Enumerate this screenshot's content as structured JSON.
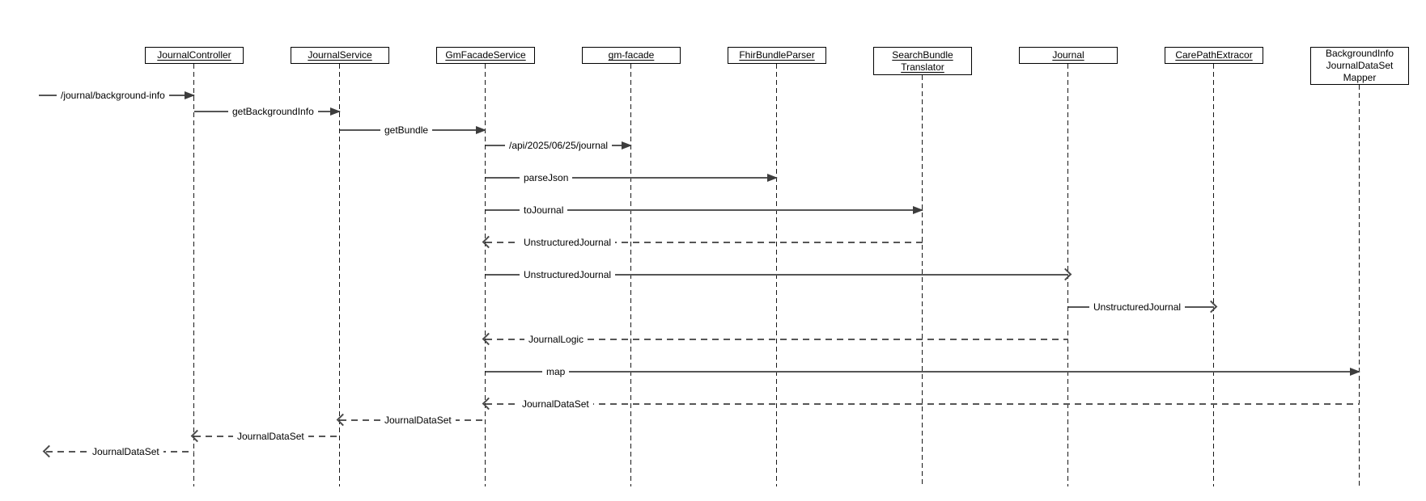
{
  "diagram": {
    "type": "uml-sequence-diagram",
    "colors": {
      "background": "#ffffff",
      "box_border": "#000000",
      "text": "#000000",
      "message_line": "#565656",
      "lifeline": "#181818"
    },
    "participants": [
      {
        "name": "JournalController",
        "underlined": true
      },
      {
        "name": "JournalService",
        "underlined": true
      },
      {
        "name": "GmFacadeService",
        "underlined": true
      },
      {
        "name": "gm-facade",
        "underlined": true
      },
      {
        "name": "FhirBundleParser",
        "underlined": true
      },
      {
        "name": "SearchBundle\nTranslator",
        "underlined": true
      },
      {
        "name": "Journal",
        "underlined": true
      },
      {
        "name": "CarePathExtracor",
        "underlined": true
      },
      {
        "name": "BackgroundInfo\nJournalDataSet\nMapper",
        "underlined": false
      }
    ],
    "messages": [
      {
        "label": "/journal/background-info",
        "from": "external",
        "to": "JournalController",
        "kind": "call",
        "line": "solid",
        "arrowhead": "filled"
      },
      {
        "label": "getBackgroundInfo",
        "from": "JournalController",
        "to": "JournalService",
        "kind": "call",
        "line": "solid",
        "arrowhead": "filled"
      },
      {
        "label": "getBundle",
        "from": "JournalService",
        "to": "GmFacadeService",
        "kind": "call",
        "line": "solid",
        "arrowhead": "filled"
      },
      {
        "label": "/api/2025/06/25/journal",
        "from": "GmFacadeService",
        "to": "gm-facade",
        "kind": "call",
        "line": "solid",
        "arrowhead": "filled"
      },
      {
        "label": "parseJson",
        "from": "GmFacadeService",
        "to": "FhirBundleParser",
        "kind": "call",
        "line": "solid",
        "arrowhead": "filled"
      },
      {
        "label": "toJournal",
        "from": "GmFacadeService",
        "to": "SearchBundleTranslator",
        "kind": "call",
        "line": "solid",
        "arrowhead": "filled"
      },
      {
        "label": "UnstructuredJournal",
        "from": "SearchBundleTranslator",
        "to": "GmFacadeService",
        "kind": "return",
        "line": "dashed",
        "arrowhead": "open"
      },
      {
        "label": "UnstructuredJournal",
        "from": "GmFacadeService",
        "to": "Journal",
        "kind": "async",
        "line": "solid",
        "arrowhead": "open"
      },
      {
        "label": "UnstructuredJournal",
        "from": "Journal",
        "to": "CarePathExtracor",
        "kind": "async",
        "line": "solid",
        "arrowhead": "open"
      },
      {
        "label": "JournalLogic",
        "from": "Journal",
        "to": "GmFacadeService",
        "kind": "return",
        "line": "dashed",
        "arrowhead": "open"
      },
      {
        "label": "map",
        "from": "GmFacadeService",
        "to": "BackgroundInfoJournalDataSetMapper",
        "kind": "call",
        "line": "solid",
        "arrowhead": "filled"
      },
      {
        "label": "JournalDataSet",
        "from": "BackgroundInfoJournalDataSetMapper",
        "to": "GmFacadeService",
        "kind": "return",
        "line": "dashed",
        "arrowhead": "open"
      },
      {
        "label": "JournalDataSet",
        "from": "GmFacadeService",
        "to": "JournalService",
        "kind": "return",
        "line": "dashed",
        "arrowhead": "open"
      },
      {
        "label": "JournalDataSet",
        "from": "JournalService",
        "to": "JournalController",
        "kind": "return",
        "line": "dashed",
        "arrowhead": "open"
      },
      {
        "label": "JournalDataSet",
        "from": "JournalController",
        "to": "external",
        "kind": "return",
        "line": "dashed",
        "arrowhead": "open"
      }
    ]
  }
}
